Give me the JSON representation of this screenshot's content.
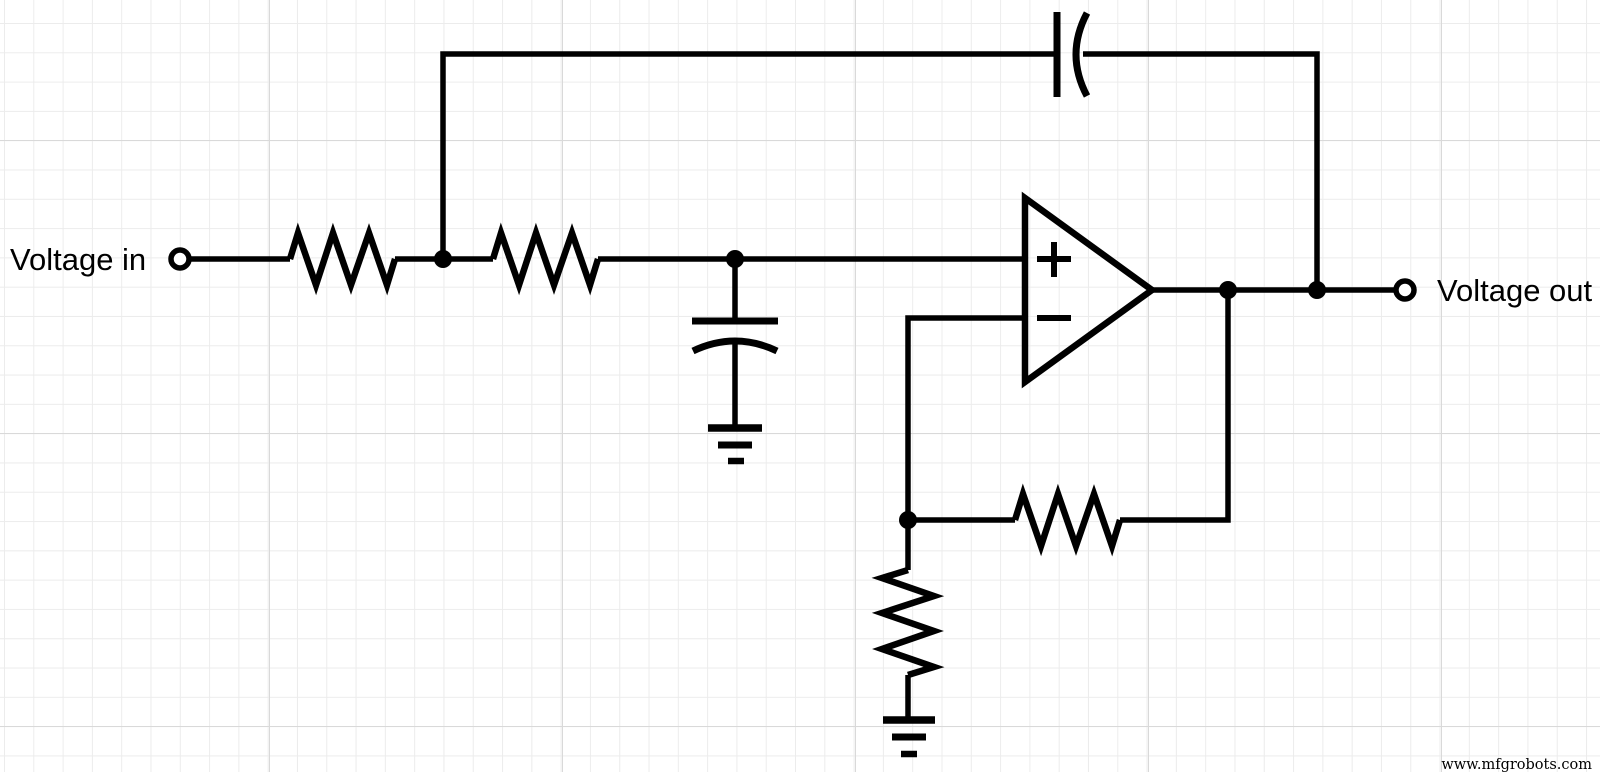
{
  "diagram": {
    "type": "circuit-schematic",
    "labels": {
      "input": "Voltage in",
      "output": "Voltage out"
    },
    "opamp": {
      "plus": "+",
      "minus": "−"
    },
    "watermark": "www.mfgrobots.com",
    "colors": {
      "line": "#000000",
      "background": "#ffffff",
      "grid_minor": "#ececec",
      "grid_major": "#d9d9d9"
    },
    "components": [
      {
        "id": "input-terminal",
        "type": "terminal",
        "label": "Voltage in"
      },
      {
        "id": "resistor-r1",
        "type": "resistor",
        "orientation": "horizontal"
      },
      {
        "id": "resistor-r2",
        "type": "resistor",
        "orientation": "horizontal"
      },
      {
        "id": "capacitor-feedback",
        "type": "capacitor",
        "orientation": "horizontal"
      },
      {
        "id": "capacitor-shunt",
        "type": "capacitor",
        "orientation": "vertical"
      },
      {
        "id": "ground-shunt",
        "type": "ground"
      },
      {
        "id": "opamp",
        "type": "op-amp"
      },
      {
        "id": "resistor-feedback",
        "type": "resistor",
        "orientation": "horizontal"
      },
      {
        "id": "resistor-gain",
        "type": "resistor",
        "orientation": "vertical"
      },
      {
        "id": "ground-gain",
        "type": "ground"
      },
      {
        "id": "output-terminal",
        "type": "terminal",
        "label": "Voltage out"
      }
    ]
  }
}
